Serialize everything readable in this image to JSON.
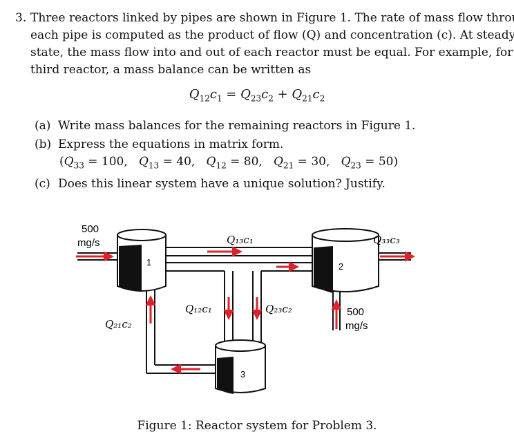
{
  "problem": {
    "number": "3.",
    "lines": [
      "Three reactors linked by pipes are shown in Figure 1. The rate of mass flow through",
      "each pipe is computed as the product of flow (Q) and concentration (c). At steady",
      "state, the mass flow into and out of each reactor must be equal. For example, for the",
      "third reactor, a mass balance can be written as"
    ]
  },
  "equation": {
    "lhs_Q": "Q",
    "lhs_Q_sub": "12",
    "lhs_c": "c",
    "lhs_c_sub": "1",
    "eq": " = ",
    "r1_Q": "Q",
    "r1_Q_sub": "23",
    "r1_c": "c",
    "r1_c_sub": "2",
    "plus": " + ",
    "r2_Q": "Q",
    "r2_Q_sub": "21",
    "r2_c": "c",
    "r2_c_sub": "2"
  },
  "items": {
    "a": {
      "label": "(a)",
      "text": "Write mass balances for the remaining reactors in Figure 1."
    },
    "b": {
      "label": "(b)",
      "text": "Express the equations in matrix form."
    },
    "b_params": [
      {
        "q": "Q",
        "sub": "33",
        "val": " = 100,"
      },
      {
        "q": "Q",
        "sub": "13",
        "val": " = 40,"
      },
      {
        "q": "Q",
        "sub": "12",
        "val": " = 80,"
      },
      {
        "q": "Q",
        "sub": "21",
        "val": " = 30,"
      },
      {
        "q": "Q",
        "sub": "23",
        "val": " = 50)"
      }
    ],
    "b_open": "(",
    "c": {
      "label": "(c)",
      "text": "Does this linear system have a unique solution? Justify."
    }
  },
  "figure": {
    "inflow1_value": "500",
    "inflow1_unit": "mg/s",
    "inflow2_value": "500",
    "inflow2_unit": "mg/s",
    "reactor1": "1",
    "reactor2": "2",
    "reactor3": "3",
    "label_q13": "Q₁₃c₁",
    "label_q33": "Q₃₃c₃",
    "label_q12": "Q₁₂c₁",
    "label_q23": "Q₂₃c₂",
    "label_q21": "Q₂₁c₂",
    "arrow_color": "#e0202a"
  },
  "caption": "Figure 1: Reactor system for Problem 3."
}
